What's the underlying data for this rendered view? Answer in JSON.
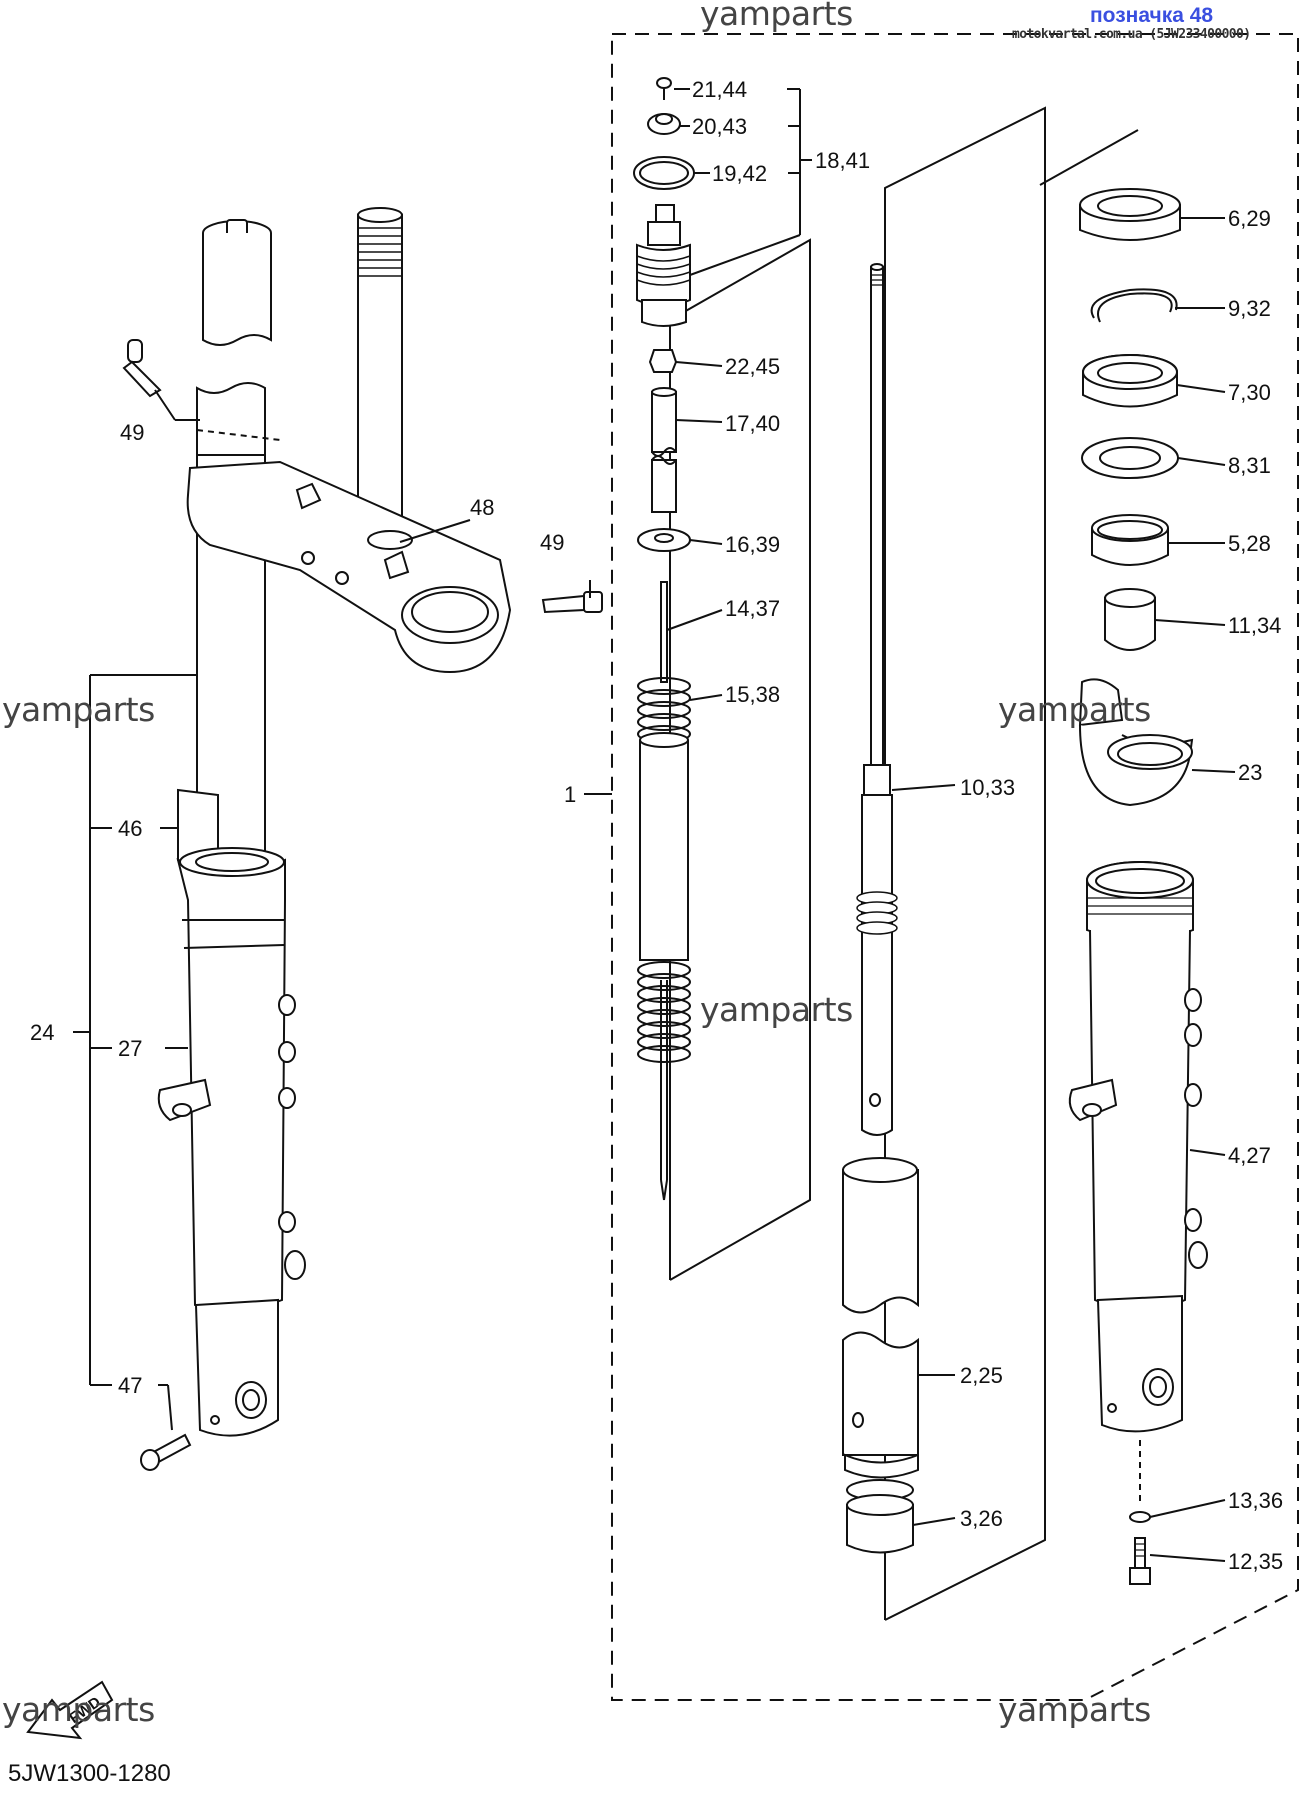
{
  "header": {
    "link_text": "позначка 48",
    "site_text": "motokvartal.com.ua (5JW233400000)"
  },
  "watermark": "yamparts",
  "diagram_code": "5JW1300-1280",
  "fwd_label": "FWD",
  "labels": {
    "l_21_44": "21,44",
    "l_20_43": "20,43",
    "l_19_42": "19,42",
    "l_18_41": "18,41",
    "l_22_45": "22,45",
    "l_17_40": "17,40",
    "l_16_39": "16,39",
    "l_14_37": "14,37",
    "l_15_38": "15,38",
    "l_1": "1",
    "l_10_33": "10,33",
    "l_2_25": "2,25",
    "l_3_26": "3,26",
    "l_6_29": "6,29",
    "l_9_32": "9,32",
    "l_7_30": "7,30",
    "l_8_31": "8,31",
    "l_5_28": "5,28",
    "l_11_34": "11,34",
    "l_23": "23",
    "l_4_27": "4,27",
    "l_13_36": "13,36",
    "l_12_35": "12,35",
    "l_49a": "49",
    "l_48": "48",
    "l_49b": "49",
    "l_46": "46",
    "l_24": "24",
    "l_27": "27",
    "l_47": "47"
  }
}
